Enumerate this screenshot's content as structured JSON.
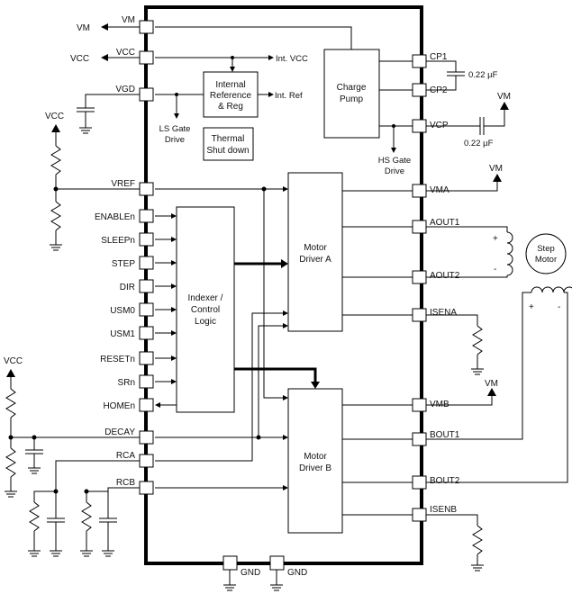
{
  "left_pins": [
    "VM",
    "VCC",
    "VGD",
    "VREF",
    "ENABLEn",
    "SLEEPn",
    "STEP",
    "DIR",
    "USM0",
    "USM1",
    "RESETn",
    "SRn",
    "HOMEn",
    "DECAY",
    "RCA",
    "RCB"
  ],
  "right_pins": [
    "CP1",
    "CP2",
    "VCP",
    "VMA",
    "AOUT1",
    "AOUT2",
    "ISENA",
    "VMB",
    "BOUT1",
    "BOUT2",
    "ISENB"
  ],
  "gnd_pins": [
    "GND",
    "GND"
  ],
  "external": {
    "vm_top": "VM",
    "vcc_top": "VCC",
    "vcc_left_upper": "VCC",
    "vcc_left_lower": "VCC",
    "vm_vcp": "VM",
    "vm_vma": "VM",
    "vm_vmb": "VM"
  },
  "blocks": {
    "int_ref": [
      "Internal",
      "Reference",
      "& Reg"
    ],
    "thermal": [
      "Thermal",
      "Shut down"
    ],
    "charge_pump": [
      "Charge",
      "Pump"
    ],
    "indexer": [
      "Indexer /",
      "Control",
      "Logic"
    ],
    "driver_a": [
      "Motor",
      "Driver A"
    ],
    "driver_b": [
      "Motor",
      "Driver B"
    ],
    "step_motor": [
      "Step",
      "Motor"
    ]
  },
  "labels": {
    "int_vcc": "Int. VCC",
    "int_ref": "Int. Ref",
    "ls_gate": [
      "LS Gate",
      "Drive"
    ],
    "hs_gate": [
      "HS Gate",
      "Drive"
    ],
    "cap_cp": "0.22 µF",
    "cap_vcp": "0.22 µF",
    "plus": "+",
    "minus": "-"
  }
}
